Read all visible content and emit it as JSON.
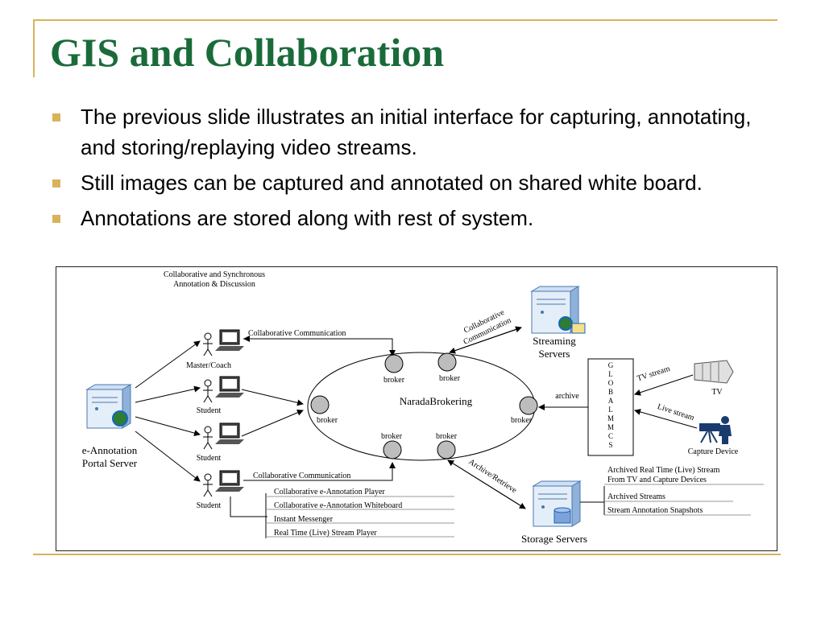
{
  "slide": {
    "title": "GIS and Collaboration",
    "bullets": [
      "The previous slide illustrates an initial interface for capturing, annotating, and storing/replaying video streams.",
      "Still images can be captured and annotated on shared white board.",
      "Annotations are stored along with rest of system."
    ]
  },
  "diagram": {
    "heading_lines": [
      "Collaborative and Synchronous",
      "Annotation & Discussion"
    ],
    "portal_lines": [
      "e-Annotation",
      "Portal Server"
    ],
    "users": [
      "Master/Coach",
      "Student",
      "Student",
      "Student"
    ],
    "collab_top": "Collaborative Communication",
    "collab_bottom": "Collaborative Communication",
    "collab_diag_lines": [
      "Collaborative",
      "Communication"
    ],
    "streaming_lines": [
      "Streaming",
      "Servers"
    ],
    "broker_label": "broker",
    "naradabrokering": "NaradaBrokering",
    "archive": "archive",
    "globalmmcs": [
      "G",
      "L",
      "O",
      "B",
      "A",
      "L",
      "M",
      "M",
      "C",
      "S"
    ],
    "tv_stream": "TV stream",
    "tv": "TV",
    "live_stream": "Live stream",
    "capture_device": "Capture Device",
    "archive_retrieve": "Archive/Retrieve",
    "storage_servers": "Storage Servers",
    "archived_realtime_lines": [
      "Archived Real Time (Live) Stream",
      "From TV and Capture Devices"
    ],
    "archived_streams": "Archived Streams",
    "stream_snapshots": "Stream Annotation Snapshots",
    "tools": [
      "Collaborative e-Annotation Player",
      "Collaborative e-Annotation Whiteboard",
      "Instant Messenger",
      "Real Time (Live) Stream Player"
    ]
  },
  "colors": {
    "title": "#1a6b3a",
    "accent": "#d8b35a",
    "server": "#4a78b0"
  }
}
